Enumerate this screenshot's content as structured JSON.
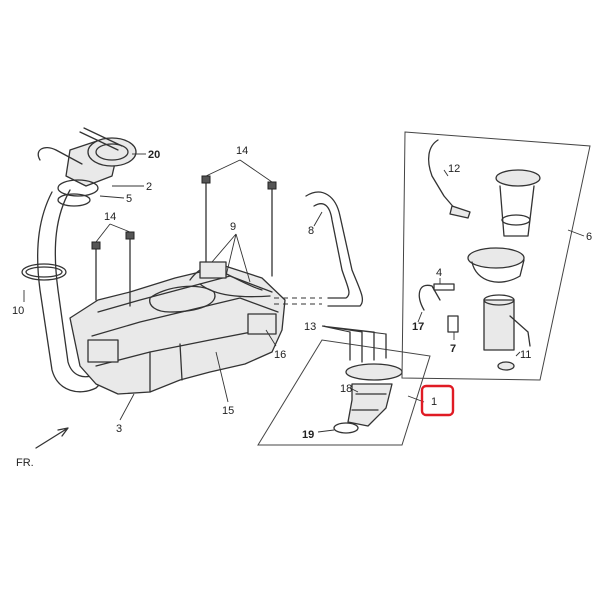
{
  "callouts": {
    "c1": "1",
    "c2": "2",
    "c3": "3",
    "c4": "4",
    "c5": "5",
    "c6": "6",
    "c7": "7",
    "c8": "8",
    "c9": "9",
    "c10": "10",
    "c11": "11",
    "c12": "12",
    "c13": "13",
    "c14a": "14",
    "c14b": "14",
    "c15": "15",
    "c16": "16",
    "c17": "17",
    "c18": "18",
    "c19": "19",
    "c20": "20"
  },
  "direction_label": "FR.",
  "highlight": {
    "target": "1",
    "color": "#e01b24"
  }
}
